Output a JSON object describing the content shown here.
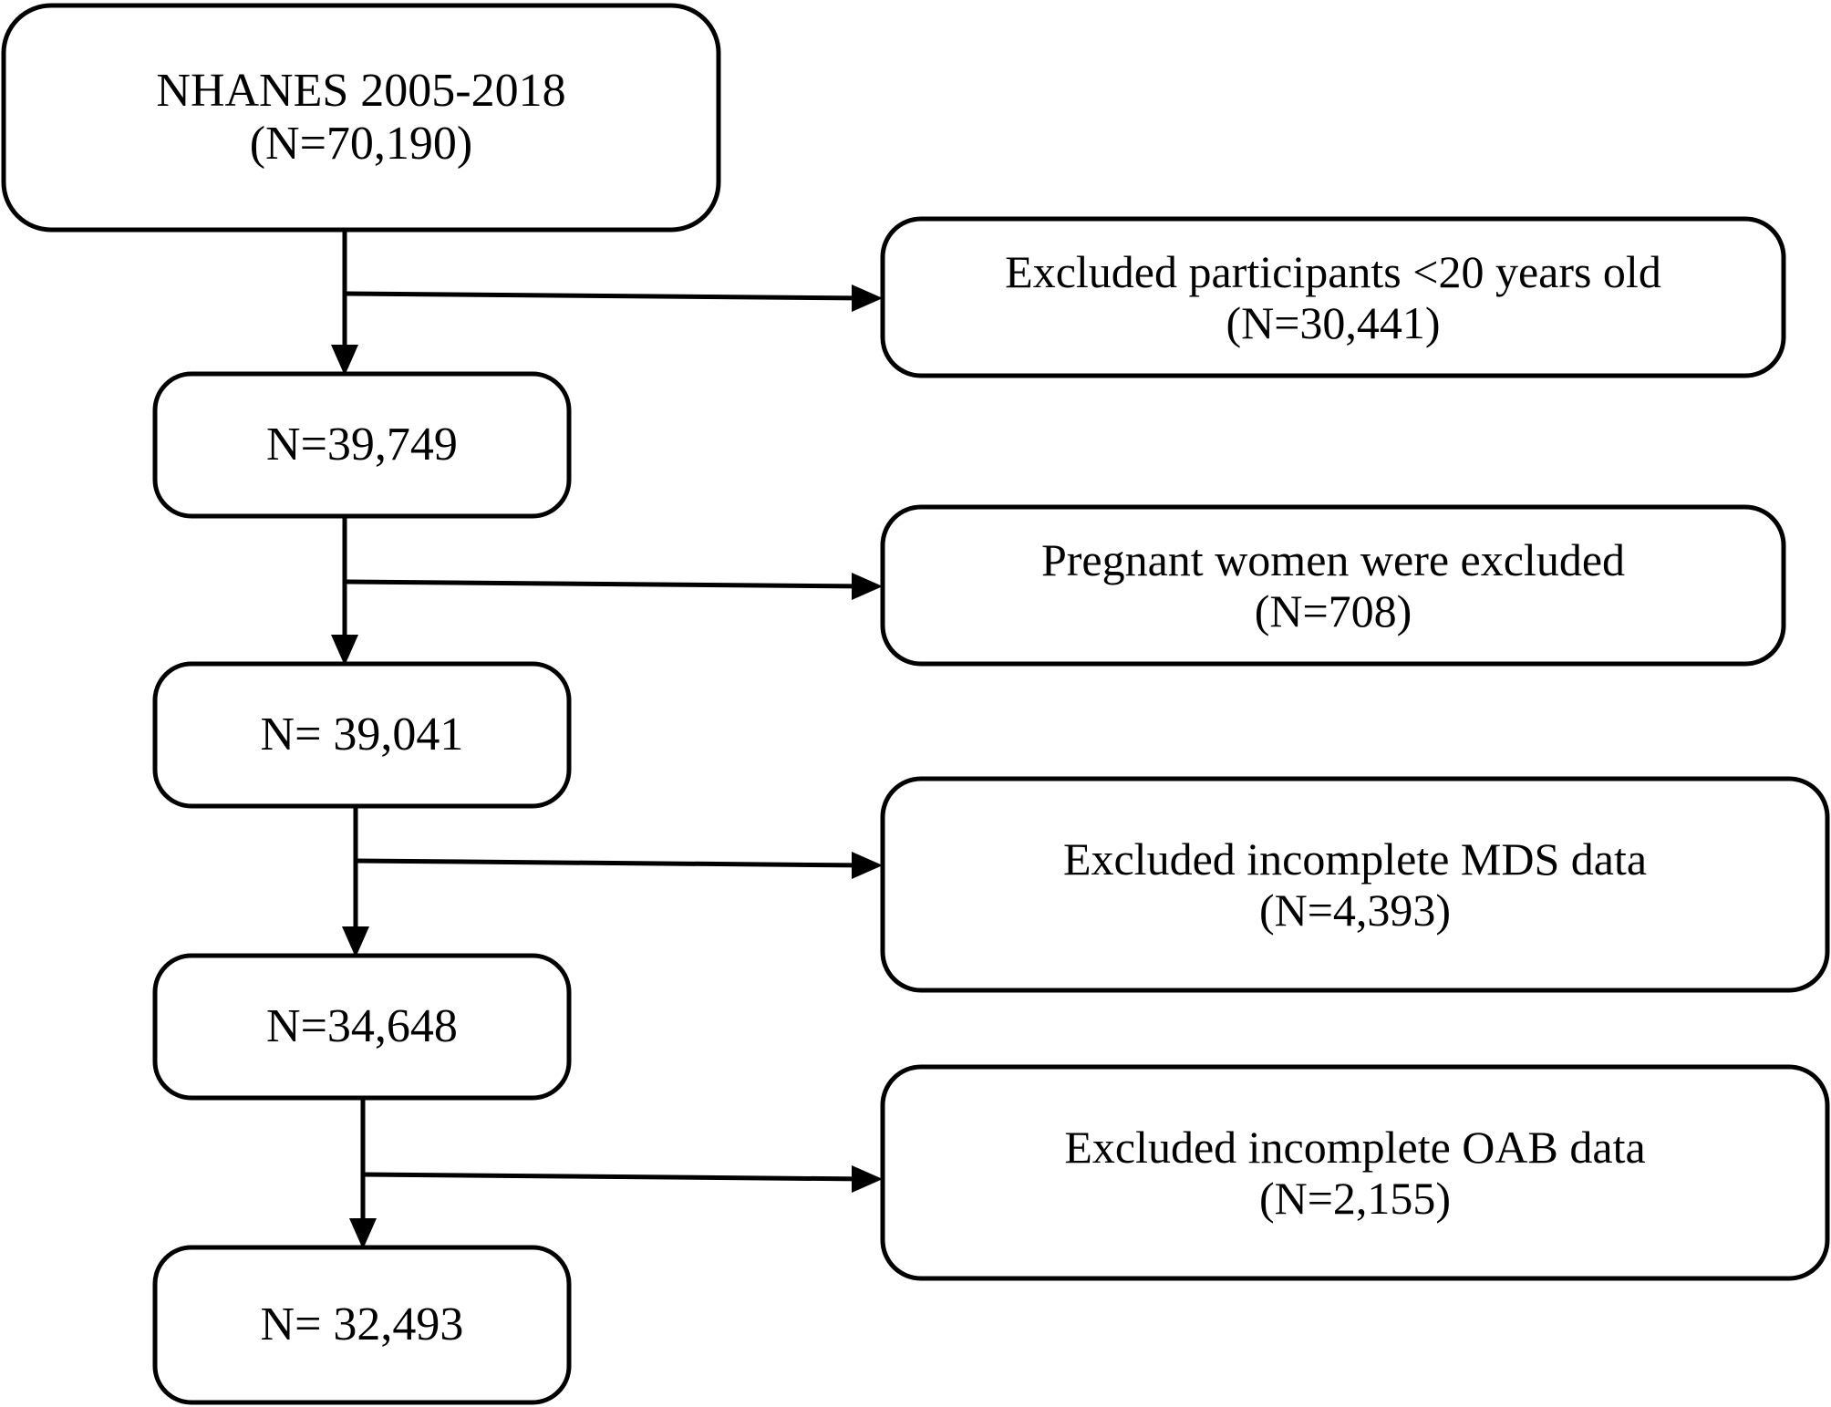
{
  "diagram": {
    "type": "participant-selection-flowchart",
    "title": "NHANES participant selection flow diagram",
    "background_color": "#ffffff",
    "line_color": "#000000",
    "text_color": "#000000"
  },
  "main_nodes": [
    {
      "id": "source-cohort",
      "line1": "NHANES 2005-2018",
      "line2": "(N=70,190)",
      "n": 70190
    },
    {
      "id": "after-age-exclusion",
      "line1": "N=39,749",
      "line2": "",
      "n": 39749
    },
    {
      "id": "after-pregnancy-exclusion",
      "line1": "N= 39,041",
      "line2": "",
      "n": 39041
    },
    {
      "id": "after-mds-exclusion",
      "line1": "N=34,648",
      "line2": "",
      "n": 34648
    },
    {
      "id": "final-analytic-sample",
      "line1": "N= 32,493",
      "line2": "",
      "n": 32493
    }
  ],
  "exclusion_nodes": [
    {
      "id": "exclude-under-20",
      "line1": "Excluded participants <20 years old",
      "line2": "(N=30,441)",
      "n": 30441
    },
    {
      "id": "exclude-pregnant",
      "line1": "Pregnant women were excluded",
      "line2": "(N=708)",
      "n": 708
    },
    {
      "id": "exclude-incomplete-mds",
      "line1": "Excluded incomplete MDS data",
      "line2": "(N=4,393)",
      "n": 4393
    },
    {
      "id": "exclude-incomplete-oab",
      "line1": "Excluded incomplete OAB data",
      "line2": "(N=2,155)",
      "n": 2155
    }
  ],
  "connectors": [
    {
      "id": "down-arrow-1",
      "kind": "vertical-arrow",
      "from": "source-cohort",
      "to": "after-age-exclusion"
    },
    {
      "id": "branch-arrow-1",
      "kind": "horizontal-arrow",
      "from": "source-cohort",
      "to": "exclude-under-20"
    },
    {
      "id": "down-arrow-2",
      "kind": "vertical-arrow",
      "from": "after-age-exclusion",
      "to": "after-pregnancy-exclusion"
    },
    {
      "id": "branch-arrow-2",
      "kind": "horizontal-arrow",
      "from": "after-age-exclusion",
      "to": "exclude-pregnant"
    },
    {
      "id": "down-arrow-3",
      "kind": "vertical-arrow",
      "from": "after-pregnancy-exclusion",
      "to": "after-mds-exclusion"
    },
    {
      "id": "branch-arrow-3",
      "kind": "horizontal-arrow",
      "from": "after-pregnancy-exclusion",
      "to": "exclude-incomplete-mds"
    },
    {
      "id": "down-arrow-4",
      "kind": "vertical-arrow",
      "from": "after-mds-exclusion",
      "to": "final-analytic-sample"
    },
    {
      "id": "branch-arrow-4",
      "kind": "horizontal-arrow",
      "from": "after-mds-exclusion",
      "to": "exclude-incomplete-oab"
    }
  ]
}
